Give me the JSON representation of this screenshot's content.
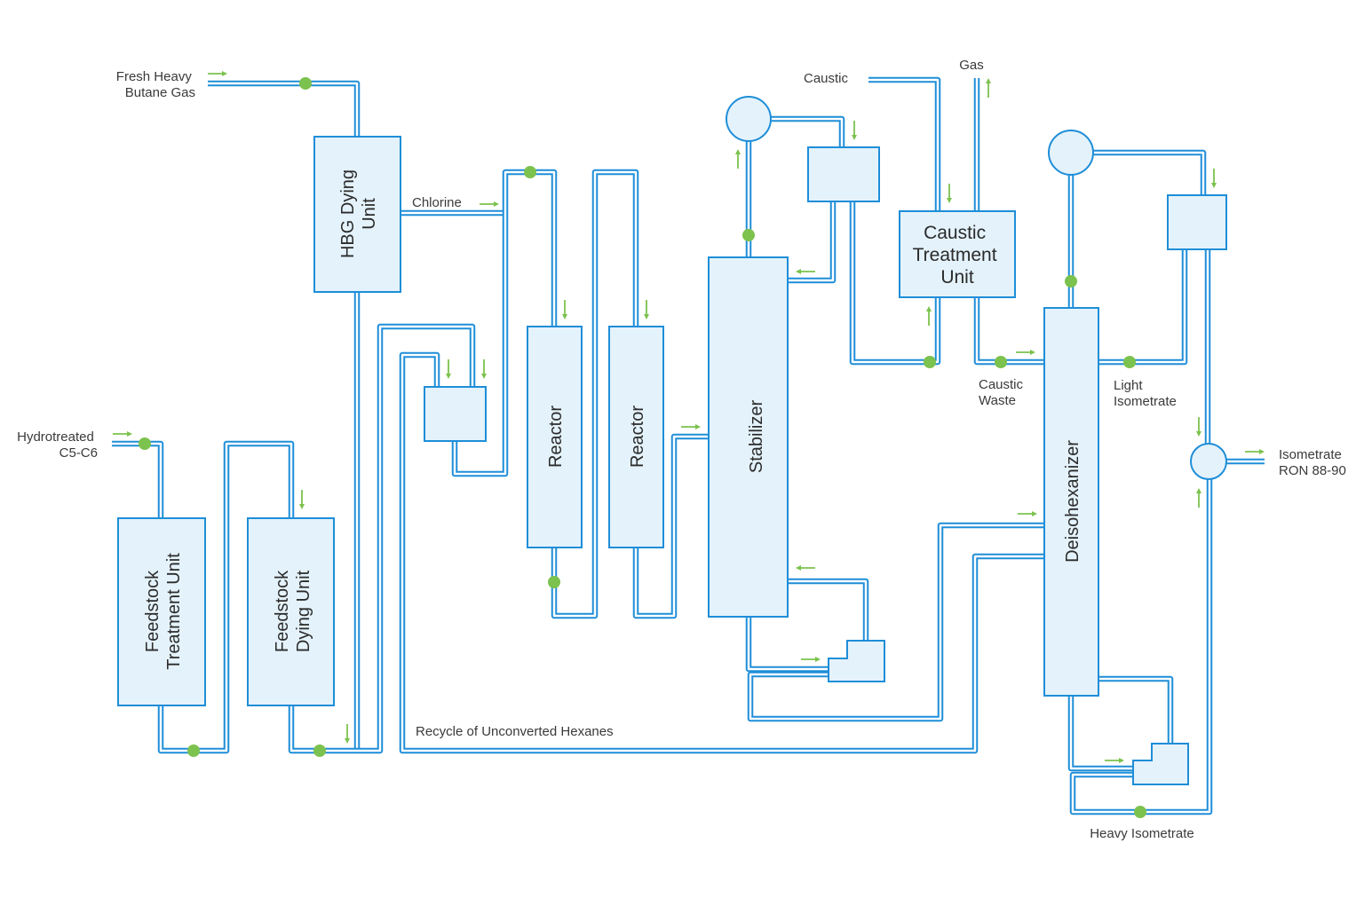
{
  "colors": {
    "pipe": "#1e8ed8",
    "vessel_fill": "#e4f2fb",
    "flow_arrow": "#7cc24e",
    "valve_dot": "#7cc24e",
    "text": "#3a3a3a"
  },
  "units": {
    "hbg": [
      "HBG Dying",
      "Unit"
    ],
    "feedstock_treatment": [
      "Feedstock",
      "Treatment Unit"
    ],
    "feedstock_drying": [
      "Feedstock",
      "Dying Unit"
    ],
    "reactor_1": "Reactor",
    "reactor_2": "Reactor",
    "stabilizer": "Stabilizer",
    "caustic_treatment": [
      "Caustic",
      "Treatment",
      "Unit"
    ],
    "deisohexanizer": "Deisohexanizer"
  },
  "streams": {
    "fresh_heavy_butane_gas": [
      "Fresh Heavy",
      "Butane Gas"
    ],
    "chlorine": "Chlorine",
    "hydrotreated_c5c6": [
      "Hydrotreated",
      "C5-C6"
    ],
    "caustic": "Caustic",
    "gas": "Gas",
    "caustic_waste": [
      "Caustic",
      "Waste"
    ],
    "light_isometrate": [
      "Light",
      "Isometrate"
    ],
    "isometrate_ron": [
      "Isometrate",
      "RON 88-90"
    ],
    "heavy_isometrate": "Heavy Isometrate",
    "recycle": "Recycle of Unconverted Hexanes"
  }
}
